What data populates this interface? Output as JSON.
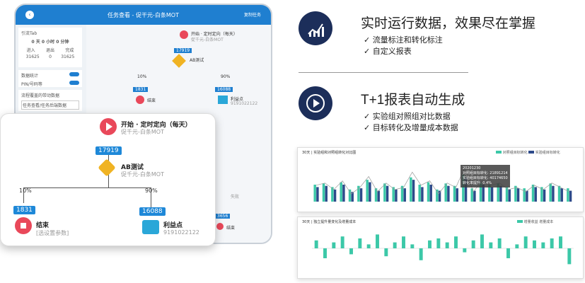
{
  "tablet": {
    "header": {
      "title": "任务查看 - 促干元-白条MOT",
      "right": "复制任务"
    },
    "sidebar": {
      "title": "引流Tab",
      "stats": "0 天 0 小时 0 分钟",
      "cols": [
        "进入",
        "退出",
        "完成"
      ],
      "vals": [
        "31625",
        "0",
        "31625"
      ],
      "toggle1": "数据统计",
      "toggle2": "PIN/号码等",
      "section": "流程覆盖的带动数据",
      "link": "任务查看/任务后端数据"
    },
    "mini": {
      "start": "开始 · 定时定向（每天）",
      "start_sub": "促千元-白条MOT",
      "count": "17919",
      "ab": "AB测试",
      "pct1": "10%",
      "pct2": "90%",
      "c1": "1831",
      "c2": "16088",
      "end": "结束",
      "profit": "利益点",
      "profit_sub": "9191022122",
      "c3": "3656",
      "b_lbl": "失败",
      "end2": "结束"
    }
  },
  "zoom": {
    "start_title": "开始 · 定时定向（每天）",
    "start_sub": "促千元-白条MOT",
    "count": "17919",
    "ab_title": "AB测试",
    "ab_sub": "促千元-白条MOT",
    "pct_left": "10%",
    "pct_right": "90%",
    "count_left": "1831",
    "count_right": "16088",
    "end_title": "结束",
    "end_sub": "[选设置参数]",
    "profit_title": "利益点",
    "profit_sub": "9191022122"
  },
  "feature1": {
    "heading": "实时运行数据，效果尽在掌握",
    "b1": "流量标注和转化标注",
    "b2": "自定义报表"
  },
  "feature2": {
    "heading": "T+1报表自动生成",
    "b1": "实验组对照组对比数据",
    "b2": "目标转化及增量成本数据"
  },
  "chart1": {
    "title": "30天 | 实验组和对照组转化对比图",
    "legend1": "对照组目标转化",
    "legend2": "实验组目标转化",
    "tooltip_date": "20201230",
    "tooltip1": "对照组目标转化: 21891214",
    "tooltip2": "实验组目标转化: 40174650",
    "tooltip3": "转化率提升: 0.4%"
  },
  "chart2": {
    "title": "30天 | 独立提升量变化及增量成本",
    "legend1": "增量收益",
    "legend2": "增量成本"
  },
  "chart_data": [
    {
      "type": "bar",
      "title": "30天 | 实验组和对照组转化对比图",
      "series": [
        {
          "name": "对照组目标转化",
          "values": [
            1.4,
            1.5,
            1.2,
            1.6,
            1.0,
            1.3,
            1.8,
            1.1,
            1.5,
            1.2,
            1.3,
            2.0,
            1.4,
            1.6,
            1.0,
            1.5,
            1.3,
            2.2,
            1.1,
            1.6,
            1.4,
            1.5,
            1.2,
            1.3,
            1.1,
            1.4,
            1.2,
            1.5,
            1.3,
            1.1
          ]
        },
        {
          "name": "实验组目标转化",
          "values": [
            1.2,
            1.3,
            1.0,
            1.4,
            0.8,
            1.1,
            1.6,
            0.9,
            1.3,
            1.0,
            1.1,
            1.8,
            1.2,
            1.4,
            0.9,
            1.3,
            1.1,
            2.0,
            0.9,
            1.4,
            1.2,
            1.3,
            1.0,
            1.1,
            0.9,
            1.2,
            1.0,
            1.3,
            1.1,
            0.9
          ]
        }
      ],
      "ylim": [
        0,
        3.5
      ]
    },
    {
      "type": "bar",
      "title": "30天 | 独立提升量变化及增量成本",
      "series": [
        {
          "name": "增量收益",
          "values": [
            0.4,
            -0.5,
            0.3,
            0.6,
            -0.3,
            0.5,
            0.2,
            0.7,
            -0.4,
            0.3,
            0.6,
            0.2,
            -0.6,
            0.4,
            0.5,
            0.3,
            0.6,
            -0.2,
            0.4,
            0.7,
            0.3,
            0.5,
            -0.5,
            0.2,
            0.6,
            0.4,
            0.3,
            0.5,
            0.6,
            -0.8
          ]
        }
      ],
      "ylim": [
        -1,
        1
      ]
    }
  ]
}
